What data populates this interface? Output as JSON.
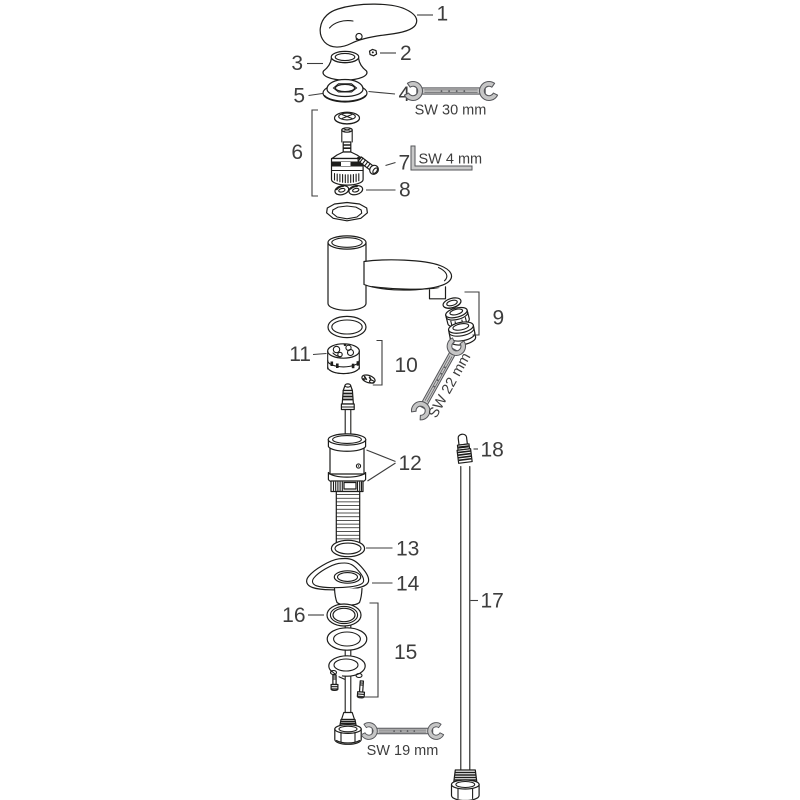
{
  "figure": {
    "kind": "exploded-parts-diagram",
    "subject": "single-lever-faucet",
    "background_color": "#ffffff",
    "line_color": "#1d1d1b",
    "label_color": "#3d3d3d",
    "tool_fill_color": "#c6c6c6",
    "tool_stroke_color": "#55565a"
  },
  "parts": [
    {
      "number": "1"
    },
    {
      "number": "2"
    },
    {
      "number": "3"
    },
    {
      "number": "4"
    },
    {
      "number": "5"
    },
    {
      "number": "6"
    },
    {
      "number": "7"
    },
    {
      "number": "8"
    },
    {
      "number": "9"
    },
    {
      "number": "10"
    },
    {
      "number": "11"
    },
    {
      "number": "12"
    },
    {
      "number": "13"
    },
    {
      "number": "14"
    },
    {
      "number": "15"
    },
    {
      "number": "16"
    },
    {
      "number": "17"
    },
    {
      "number": "18"
    }
  ],
  "tools": [
    {
      "label": "SW 30 mm"
    },
    {
      "label": "SW 4 mm"
    },
    {
      "label": "SW 22 mm"
    },
    {
      "label": "SW 19 mm"
    }
  ]
}
